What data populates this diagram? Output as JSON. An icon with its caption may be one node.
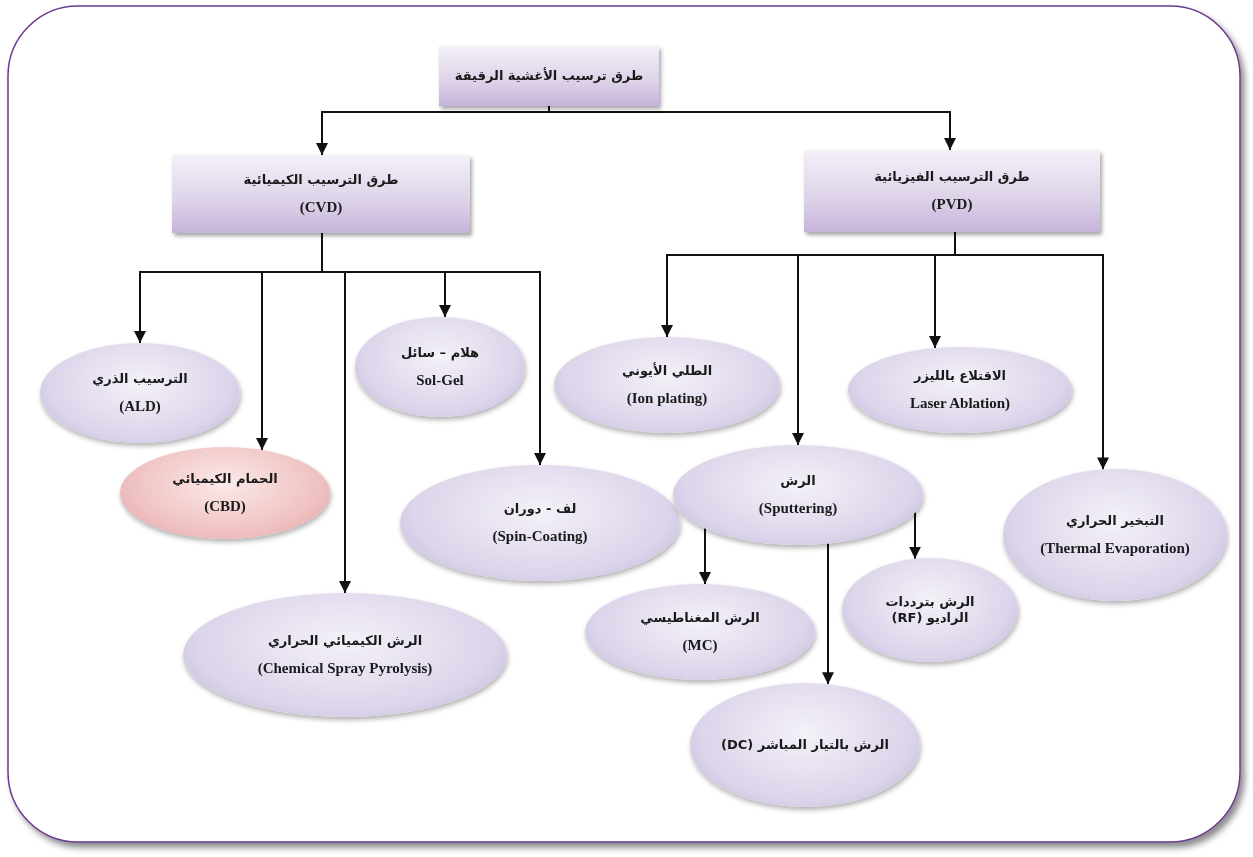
{
  "diagram": {
    "nodes": [
      {
        "text": [
          "طرق ترسيب الأغشية الرقيقة"
        ]
      },
      {
        "text": [
          "طرق الترسيب الكيميائية",
          "(CVD)"
        ]
      },
      {
        "text": [
          "طرق الترسيب الفيزيائية",
          "(PVD)"
        ]
      },
      {
        "text": [
          "الترسيب الذري",
          "(ALD)"
        ]
      },
      {
        "text": [
          "هلام – سائل",
          "Sol-Gel"
        ]
      },
      {
        "text": [
          "الطلي الأيوني",
          "(Ion plating)"
        ]
      },
      {
        "text": [
          "الاقتلاع بالليزر",
          "Laser Ablation)"
        ]
      },
      {
        "text": [
          "الحمام الكيميائي",
          "(CBD)"
        ]
      },
      {
        "text": [
          "لف - دوران",
          "(Spin-Coating)"
        ]
      },
      {
        "text": [
          "الرش",
          "(Sputtering)"
        ]
      },
      {
        "text": [
          "التبخير الحراري",
          "(Thermal Evaporation)"
        ]
      },
      {
        "text": [
          "الرش المغناطيسي",
          "(MC)"
        ]
      },
      {
        "text": [
          "الرش بترددات الراديو (RF)"
        ]
      },
      {
        "text": [
          "الرش الكيميائي الحراري",
          "(Chemical Spray Pyrolysis)"
        ]
      },
      {
        "text": [
          "الرش بالتيار المباشر (DC)"
        ]
      }
    ],
    "edges": [
      {
        "from": 0,
        "to": 1,
        "arrow": "to"
      },
      {
        "from": 0,
        "to": 2,
        "arrow": "to"
      },
      {
        "from": 1,
        "to": 3,
        "arrow": "to"
      },
      {
        "from": 1,
        "to": 7,
        "arrow": "to"
      },
      {
        "from": 1,
        "to": 13,
        "arrow": "to"
      },
      {
        "from": 1,
        "to": 4,
        "arrow": "to"
      },
      {
        "from": 1,
        "to": 8,
        "arrow": "to"
      },
      {
        "from": 2,
        "to": 5,
        "arrow": "to"
      },
      {
        "from": 2,
        "to": 9,
        "arrow": "to"
      },
      {
        "from": 2,
        "to": 6,
        "arrow": "to"
      },
      {
        "from": 2,
        "to": 10,
        "arrow": "to"
      },
      {
        "from": 9,
        "to": 11,
        "arrow": "to"
      },
      {
        "from": 9,
        "to": 14,
        "arrow": "to"
      },
      {
        "from": 9,
        "to": 12,
        "arrow": "to"
      }
    ]
  }
}
